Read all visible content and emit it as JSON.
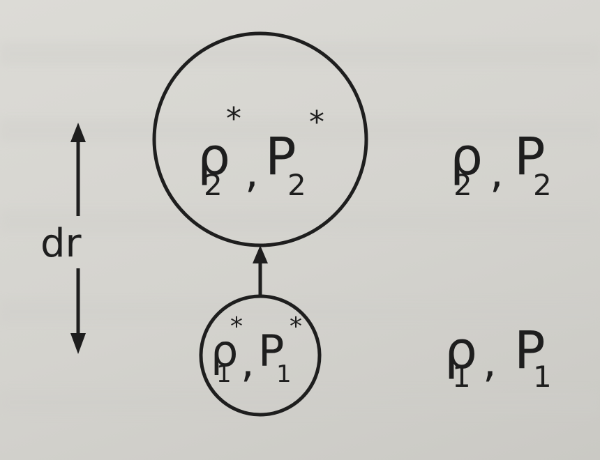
{
  "diagram": {
    "sym": {
      "rho": "ρ",
      "p": "P",
      "comma": ",",
      "star": "*"
    },
    "sub": {
      "one": "1",
      "two": "2"
    },
    "dr_label": "dr"
  },
  "colors": {
    "ink": "#1e1e1e",
    "paper": "#d9d8d3"
  }
}
